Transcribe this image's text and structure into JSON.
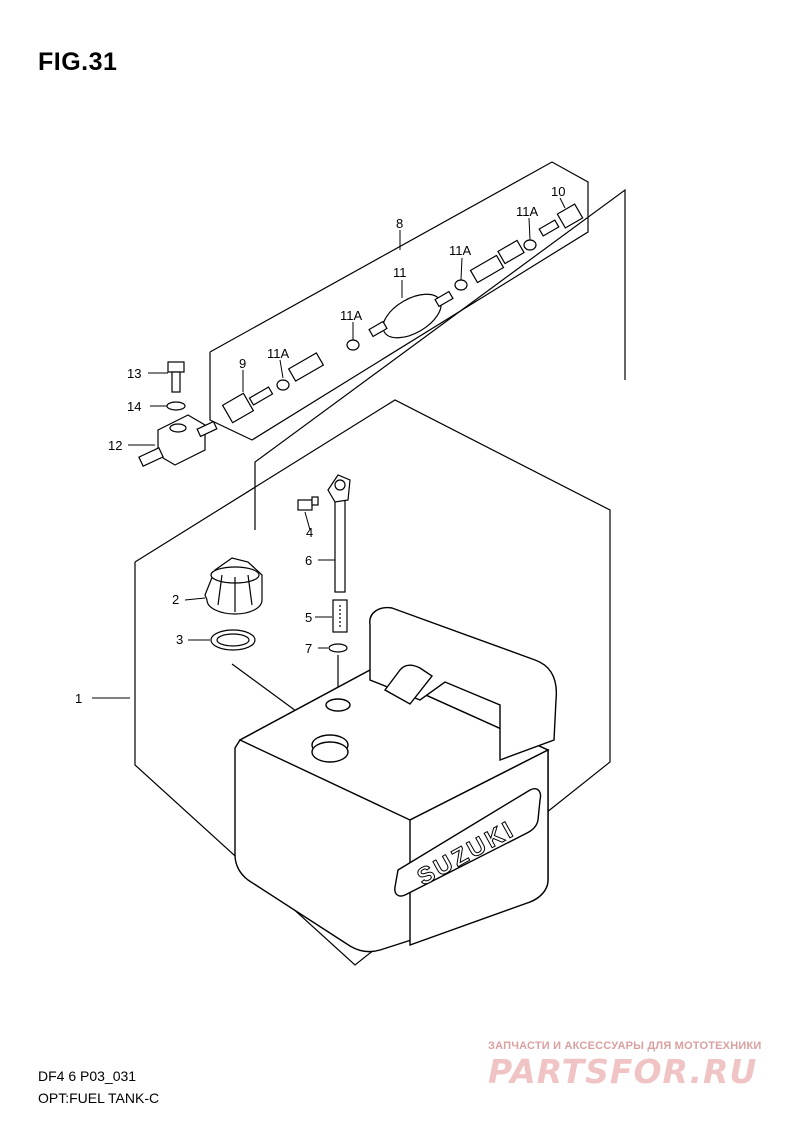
{
  "figure_title": "FIG.31",
  "part_labels": {
    "p1": "1",
    "p2": "2",
    "p3": "3",
    "p4": "4",
    "p5": "5",
    "p6": "6",
    "p7": "7",
    "p8": "8",
    "p9": "9",
    "p10": "10",
    "p11": "11",
    "p11a_1": "11A",
    "p11a_2": "11A",
    "p11a_3": "11A",
    "p11a_4": "11A",
    "p12": "12",
    "p13": "13",
    "p14": "14"
  },
  "tank_brand": "SUZUKI",
  "footer": {
    "model_code": "DF4 6 P03_031",
    "section_name": "OPT:FUEL TANK-C"
  },
  "watermark": {
    "tagline": "ЗАПЧАСТИ И АКСЕССУАРЫ ДЛЯ МОТОТЕХНИКИ",
    "brand": "PARTSFOR.RU"
  }
}
